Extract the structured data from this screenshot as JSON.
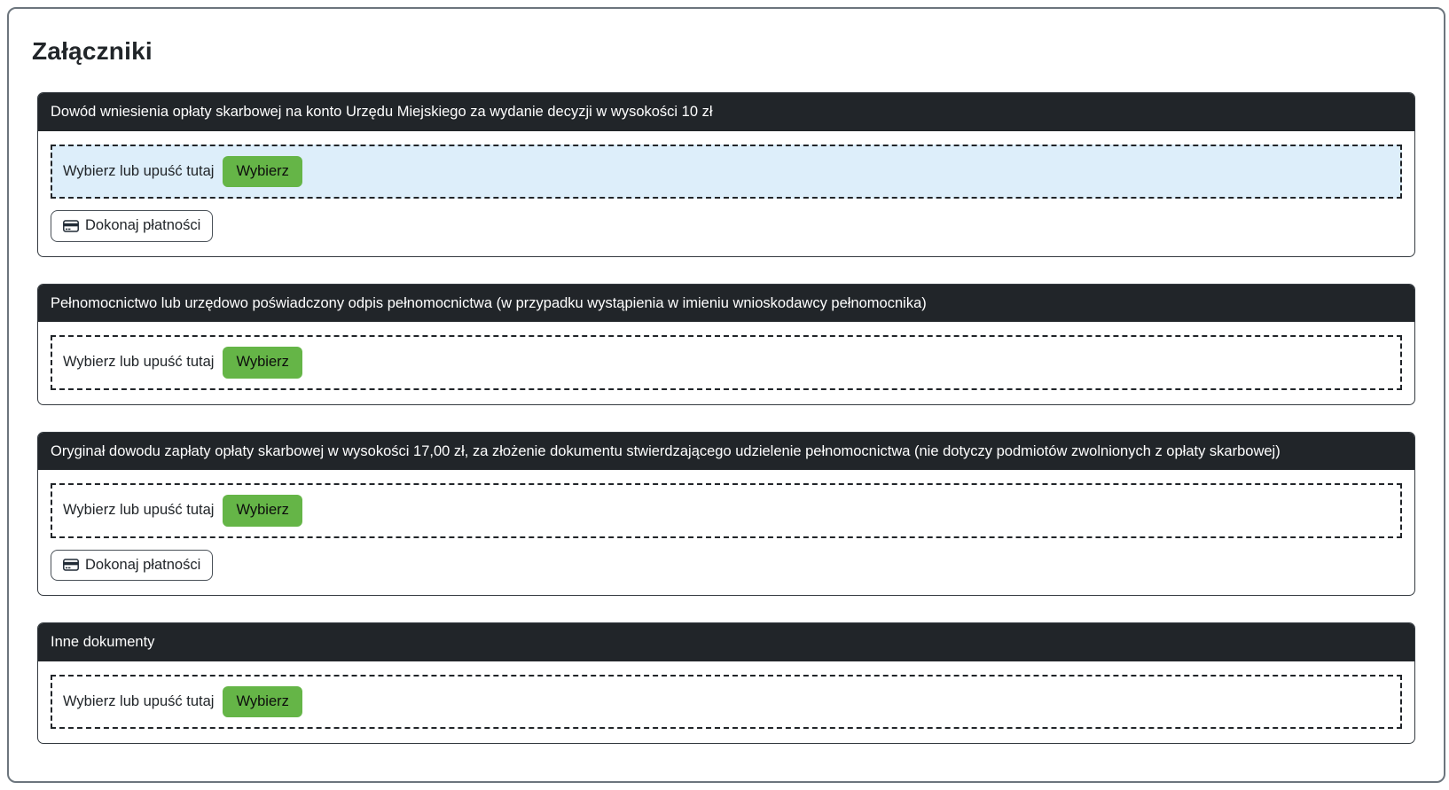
{
  "page": {
    "title": "Załączniki"
  },
  "dropzone": {
    "prompt": "Wybierz lub upuść tutaj",
    "button_label": "Wybierz"
  },
  "payment": {
    "label": "Dokonaj płatności",
    "icon": "credit-card-icon"
  },
  "sections": [
    {
      "header": "Dowód wniesienia opłaty skarbowej na konto Urzędu Miejskiego za wydanie decyzji w wysokości 10 zł",
      "has_payment_button": true,
      "dropzone_highlighted": true
    },
    {
      "header": "Pełnomocnictwo lub urzędowo poświadczony odpis pełnomocnictwa (w przypadku wystąpienia w imieniu wnioskodawcy pełnomocnika)",
      "has_payment_button": false,
      "dropzone_highlighted": false
    },
    {
      "header": "Oryginał dowodu zapłaty opłaty skarbowej w wysokości 17,00 zł, za złożenie dokumentu stwierdzającego udzielenie pełnomocnictwa (nie dotyczy podmiotów zwolnionych z opłaty skarbowej)",
      "has_payment_button": true,
      "dropzone_highlighted": false
    },
    {
      "header": "Inne dokumenty",
      "has_payment_button": false,
      "dropzone_highlighted": false
    }
  ],
  "colors": {
    "header_bg": "#212529",
    "header_text": "#ffffff",
    "accent_green": "#65b547",
    "dropzone_highlight_bg": "#ddeefa",
    "card_border": "#343a40",
    "outer_border": "#6c757d",
    "text_dark": "#212529"
  }
}
